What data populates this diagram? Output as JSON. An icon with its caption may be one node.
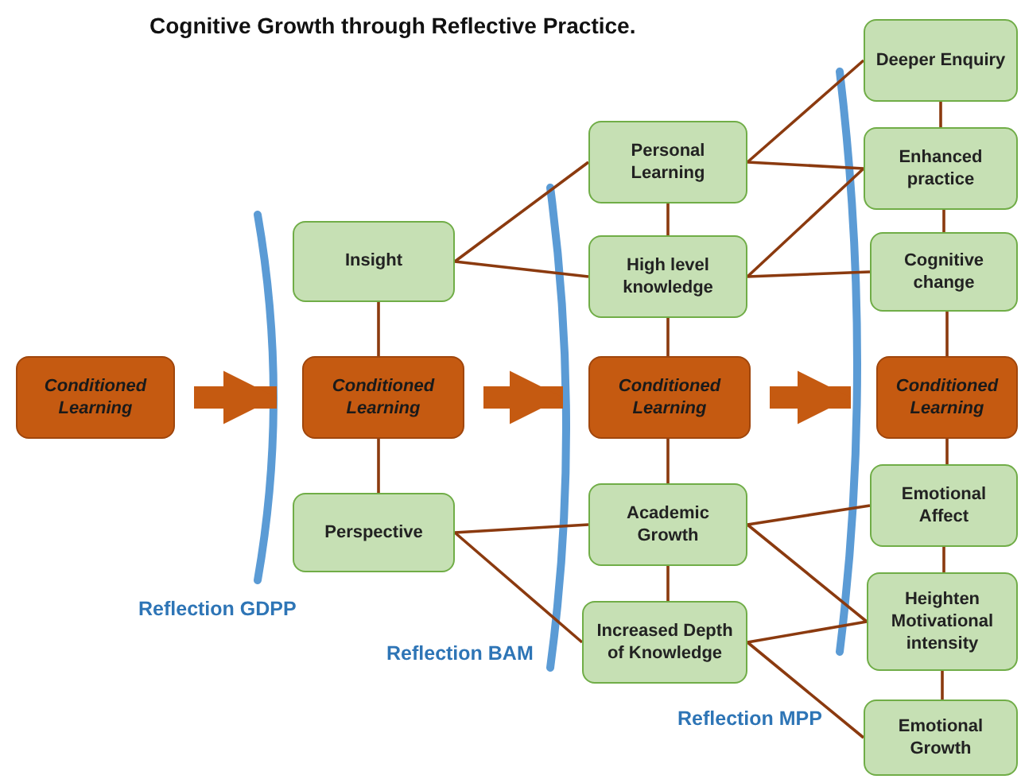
{
  "diagram": {
    "title": "Cognitive Growth through Reflective Practice.",
    "nodes": [
      {
        "text": [
          "Conditioned Learning"
        ]
      },
      {
        "text": [
          "Insight"
        ]
      },
      {
        "text": [
          "Conditioned Learning"
        ]
      },
      {
        "text": [
          "Perspective"
        ]
      },
      {
        "text": [
          "Personal Learning"
        ]
      },
      {
        "text": [
          "High level knowledge"
        ]
      },
      {
        "text": [
          "Conditioned Learning"
        ]
      },
      {
        "text": [
          "Academic Growth"
        ]
      },
      {
        "text": [
          "Increased Depth of Knowledge"
        ]
      },
      {
        "text": [
          "Deeper Enquiry"
        ]
      },
      {
        "text": [
          "Enhanced practice"
        ]
      },
      {
        "text": [
          "Cognitive change"
        ]
      },
      {
        "text": [
          "Conditioned Learning"
        ]
      },
      {
        "text": [
          "Emotional Affect"
        ]
      },
      {
        "text": [
          "Heighten Motivational intensity"
        ]
      },
      {
        "text": [
          "Emotional Growth"
        ]
      }
    ],
    "edges": [
      {
        "from": 0,
        "to": 2,
        "arrow": "to",
        "style": "thick",
        "color": "#c55a11"
      },
      {
        "from": 2,
        "to": 6,
        "arrow": "to",
        "style": "thick",
        "color": "#c55a11"
      },
      {
        "from": 6,
        "to": 12,
        "arrow": "to",
        "style": "thick",
        "color": "#c55a11"
      },
      {
        "from": 1,
        "to": 2,
        "arrow": "none"
      },
      {
        "from": 2,
        "to": 3,
        "arrow": "none"
      },
      {
        "from": 1,
        "to": 4,
        "arrow": "none"
      },
      {
        "from": 1,
        "to": 5,
        "arrow": "none"
      },
      {
        "from": 3,
        "to": 7,
        "arrow": "none"
      },
      {
        "from": 3,
        "to": 8,
        "arrow": "none"
      },
      {
        "from": 4,
        "to": 5,
        "arrow": "none"
      },
      {
        "from": 5,
        "to": 6,
        "arrow": "none"
      },
      {
        "from": 6,
        "to": 7,
        "arrow": "none"
      },
      {
        "from": 7,
        "to": 8,
        "arrow": "none"
      },
      {
        "from": 4,
        "to": 9,
        "arrow": "none"
      },
      {
        "from": 4,
        "to": 10,
        "arrow": "none"
      },
      {
        "from": 5,
        "to": 10,
        "arrow": "none"
      },
      {
        "from": 5,
        "to": 11,
        "arrow": "none"
      },
      {
        "from": 7,
        "to": 13,
        "arrow": "none"
      },
      {
        "from": 7,
        "to": 14,
        "arrow": "none"
      },
      {
        "from": 8,
        "to": 14,
        "arrow": "none"
      },
      {
        "from": 8,
        "to": 15,
        "arrow": "none"
      },
      {
        "from": 9,
        "to": 10,
        "arrow": "none"
      },
      {
        "from": 10,
        "to": 11,
        "arrow": "none"
      },
      {
        "from": 11,
        "to": 12,
        "arrow": "none"
      },
      {
        "from": 12,
        "to": 13,
        "arrow": "none"
      },
      {
        "from": 13,
        "to": 14,
        "arrow": "none"
      },
      {
        "from": 14,
        "to": 15,
        "arrow": "none"
      }
    ],
    "labels": [
      "Reflection GDPP",
      "Reflection BAM",
      "Reflection MPP"
    ]
  }
}
